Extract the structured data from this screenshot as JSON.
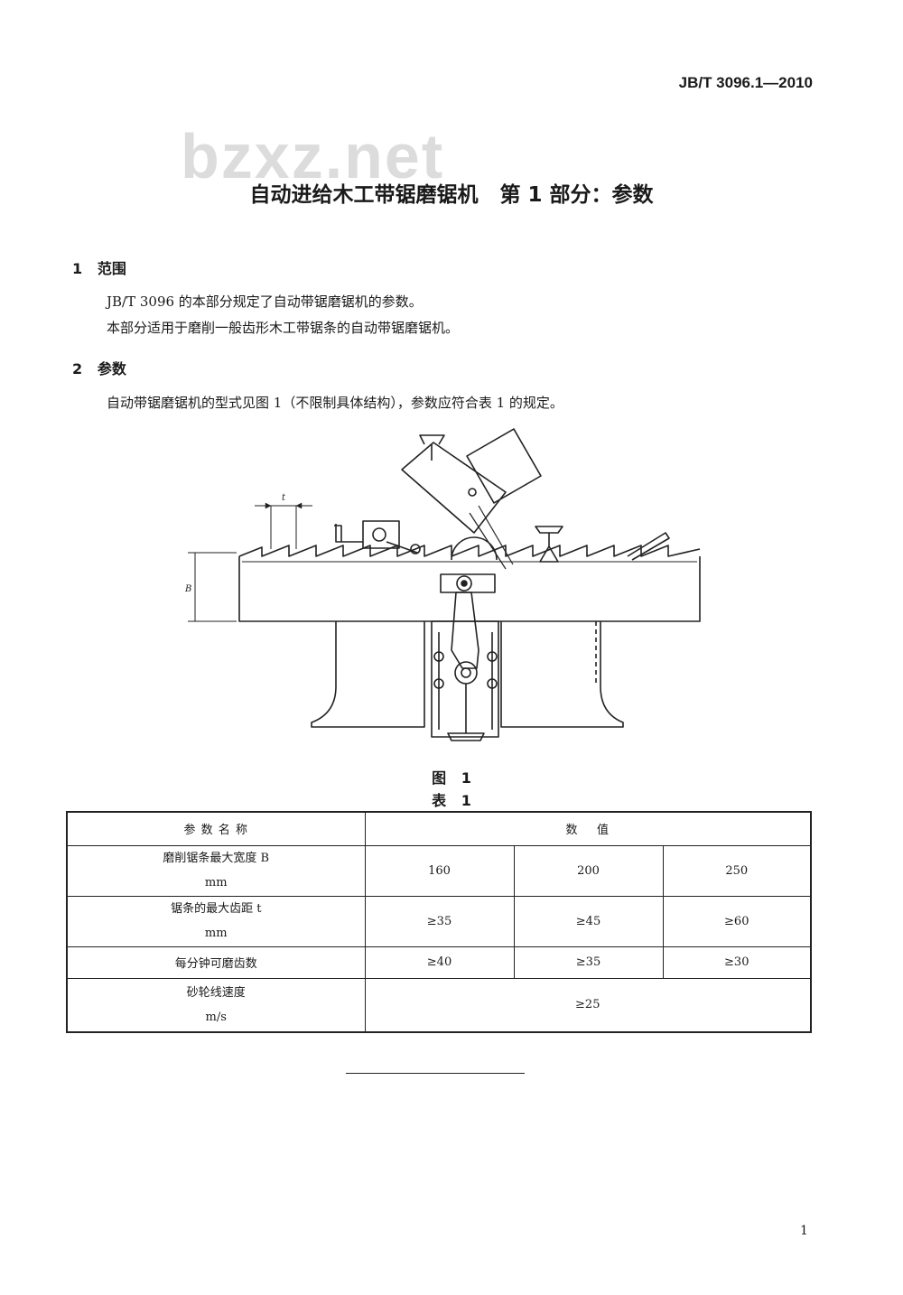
{
  "header": {
    "doc_number": "JB/T 3096.1—2010"
  },
  "watermark": {
    "text": "bzxz.net"
  },
  "title": "自动进给木工带锯磨锯机   第 1 部分：参数",
  "sections": [
    {
      "heading": "1   范围",
      "paragraphs": [
        "JB/T 3096 的本部分规定了自动带锯磨锯机的参数。",
        "本部分适用于磨削一般齿形木工带锯条的自动带锯磨锯机。"
      ]
    },
    {
      "heading": "2   参数",
      "paragraphs": [
        "自动带锯磨锯机的型式见图 1（不限制具体结构），参数应符合表 1 的规定。"
      ]
    }
  ],
  "figure": {
    "caption": "图   1",
    "labels": {
      "t": "t",
      "B": "B"
    }
  },
  "table": {
    "caption": "表   1",
    "header": {
      "param": "参 数 名 称",
      "value": "数    值"
    },
    "rows": [
      {
        "name": "磨削锯条最大宽度 B",
        "unit": "mm",
        "values": [
          "160",
          "200",
          "250"
        ]
      },
      {
        "name": "锯条的最大齿距 t",
        "unit": "mm",
        "values": [
          "≥35",
          "≥45",
          "≥60"
        ]
      },
      {
        "name": "每分钟可磨齿数",
        "unit": "",
        "values": [
          "≥40",
          "≥35",
          "≥30"
        ]
      },
      {
        "name": "砂轮线速度",
        "unit": "m/s",
        "value_merged": "≥25"
      }
    ]
  },
  "page_number": "1"
}
